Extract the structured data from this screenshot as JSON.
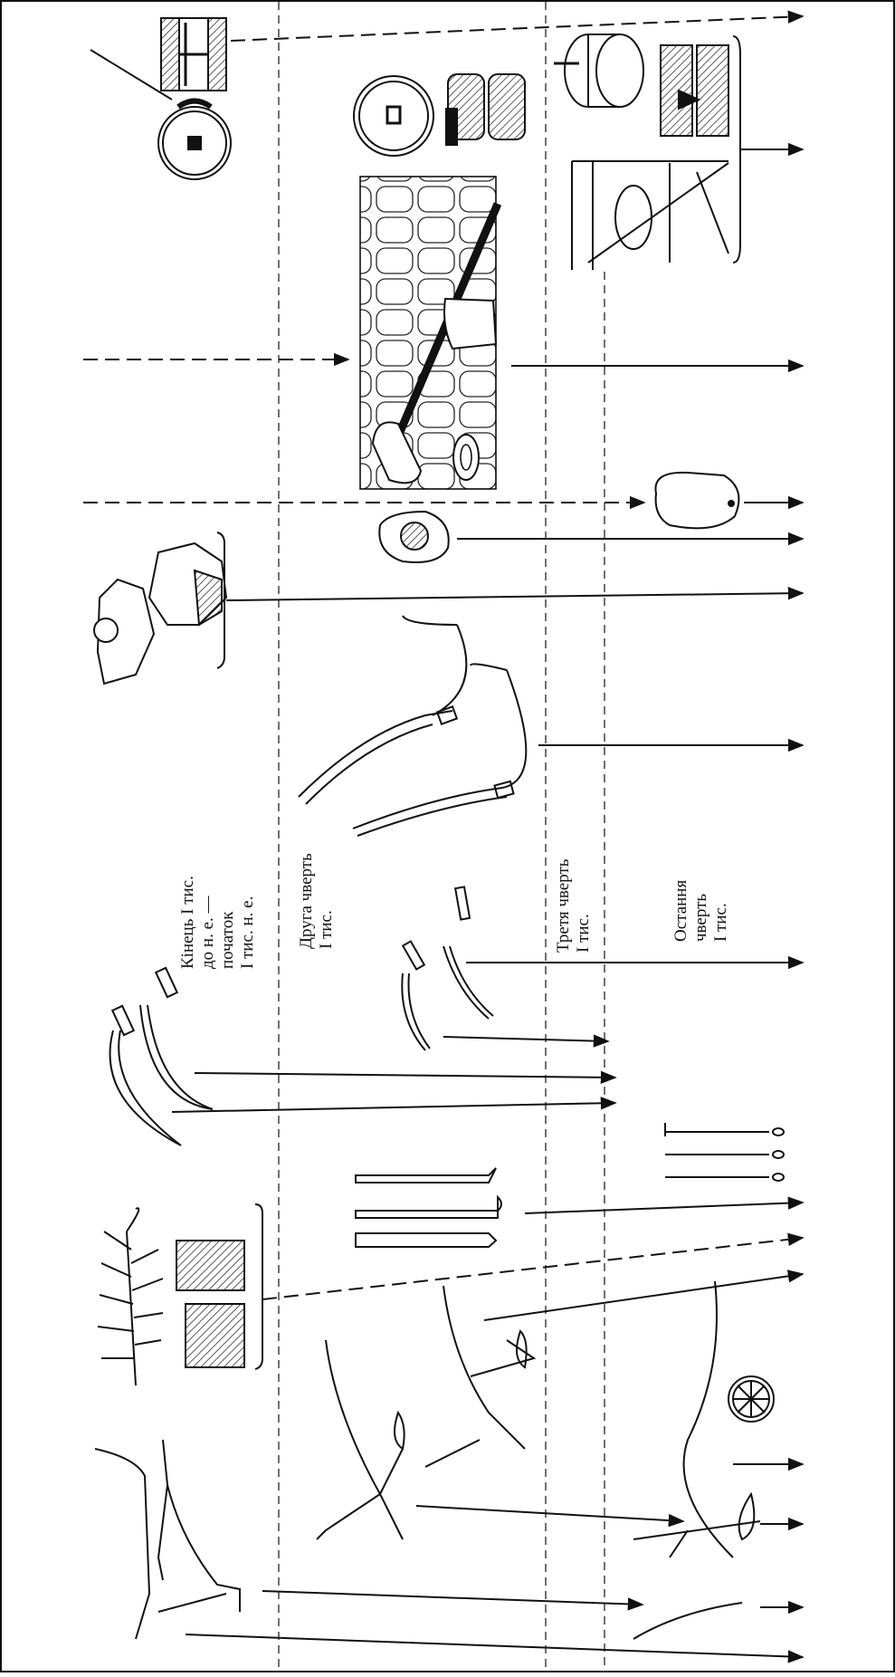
{
  "period_labels": [
    {
      "lines": [
        "Кінець I тис.",
        "до н. е. —",
        "початок",
        "I тис. н. е."
      ]
    },
    {
      "lines": [
        "Друга чверть",
        "I тис."
      ]
    },
    {
      "lines": [
        "Третя чверть",
        "I тис."
      ]
    },
    {
      "lines": [
        "Остання",
        "чверть",
        "I тис."
      ]
    }
  ],
  "colors": {
    "ink": "#111111",
    "hatch": "#333333",
    "background": "#ffffff"
  },
  "icons": [
    "plough-icon",
    "harrow-icon",
    "sickle-icon",
    "scythe-icon",
    "grain-grinder-icon",
    "pestle-icon",
    "stone-mortar-icon",
    "rotary-quern-icon",
    "millstone-icon"
  ]
}
